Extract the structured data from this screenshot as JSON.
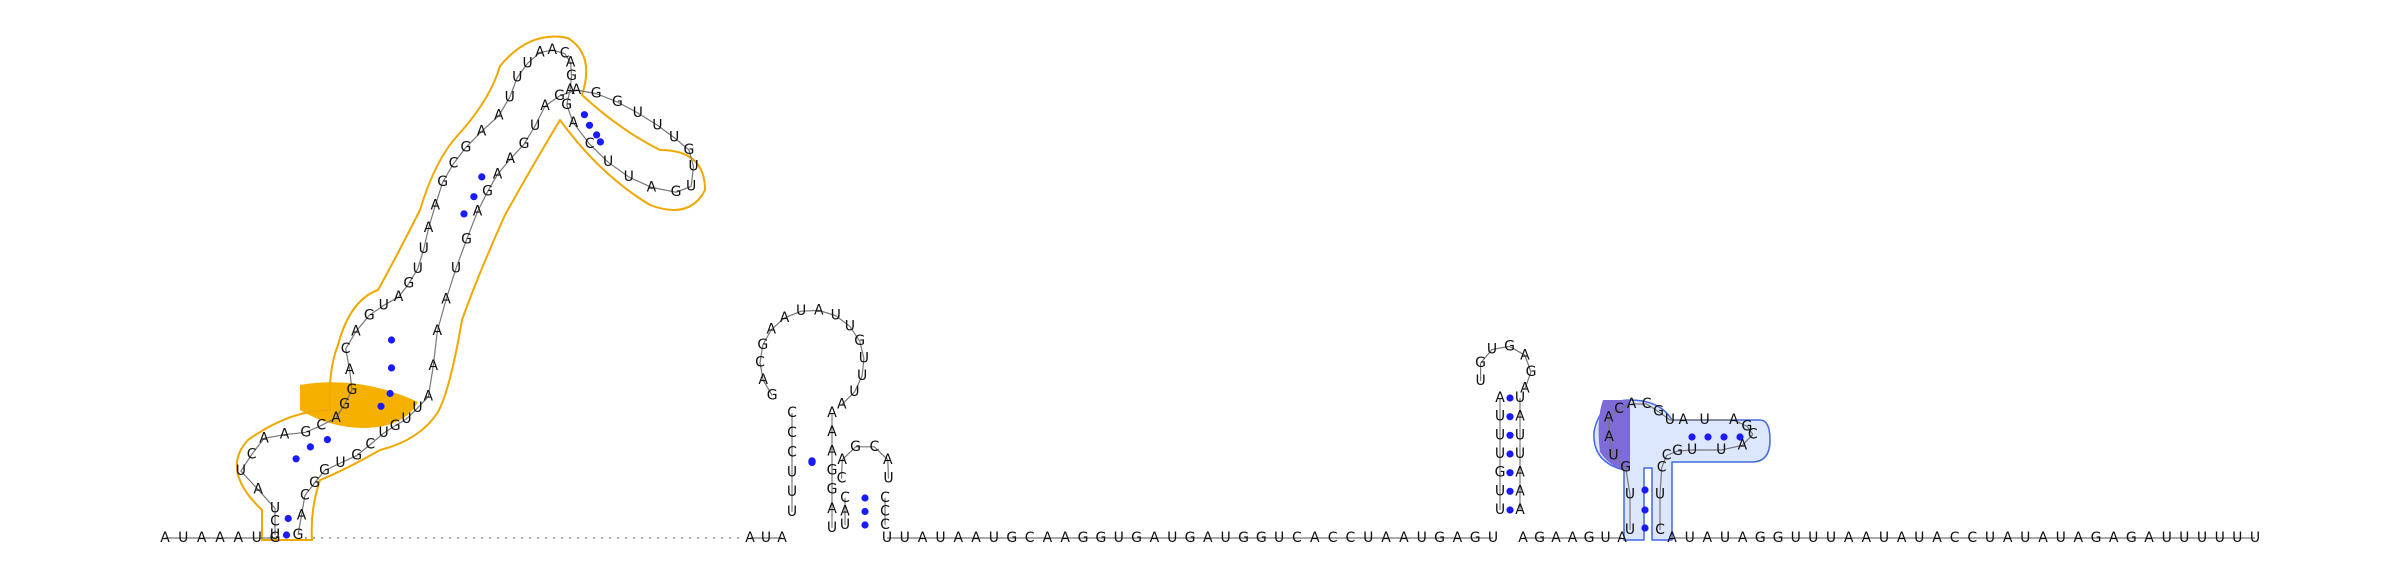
{
  "sequence_5p": "AUAAAUG",
  "sequence_3p_tail": "AUAUAGGUUUAAUAUACCUAUAUAGAGAUUUUUU",
  "mid_linker": "UUAUAAUGCAAGGUGAUGAUGGUCACCUAAUGAGU",
  "link_1": "AUA",
  "link_2": "AGAAGUA",
  "hairpin1_5p": "CCCUUU",
  "hairpin1_loop": "GACGAAUAUUGUUUA",
  "hairpin1_3p": "AAAGGAU",
  "hairpin2_5p": "UAC",
  "hairpin2_loop": "CAGCAU",
  "hairpin2_3p": "CCC",
  "hairpin3_5p": "UUGUUUA",
  "hairpin3_loop": "UGUGAGA",
  "hairpin3_3p": "UAUUAAA",
  "big_domain_seq": "UCUAUCAAGCAGGACAGUAGUUAAGCGAAUUUAACAGAGACUUAGUUGUUUGGAGAUGAAGAGUAAAAUUGUCGUGGCAG",
  "pseudoknot_seq": "UUGUAACACGUAUAGCAUUGCCUC",
  "colors": {
    "base_pair": "#1a1aff",
    "backbone": "#777777",
    "domain_outline": "#f0a800",
    "domain_highlight": "#f5b000",
    "helix_fill": "#d6e2fb",
    "helix_outline": "#4169e1",
    "helix_dark": "#7f6bd8"
  }
}
